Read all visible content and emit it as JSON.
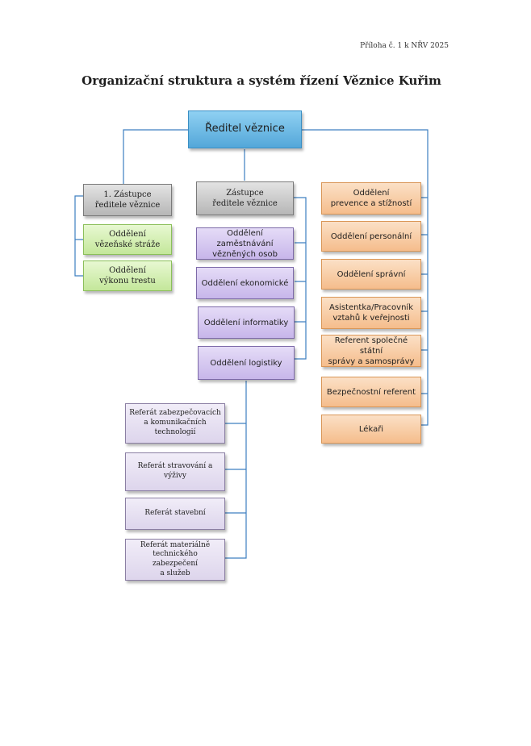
{
  "annex_label": "Příloha č. 1 k NŘV 2025",
  "page_title": "Organizační struktura a systém řízení Věznice Kuřim",
  "director": "Ředitel věznice",
  "deputy_first": "1. Zástupce\nředitele věznice",
  "first_deputy_units": [
    "Oddělení\nvězeňské stráže",
    "Oddělení\nvýkonu trestu"
  ],
  "deputy": "Zástupce\nředitele věznice",
  "deputy_units": [
    "Oddělení zaměstnávání\nvězněných osob",
    "Oddělení ekonomické",
    "Oddělení informatiky",
    "Oddělení logistiky"
  ],
  "logistics_units": [
    "Referát zabezpečovacích\na komunikačních\ntechnologií",
    "Referát stravování a výživy",
    "Referát stavební",
    "Referát materiálně\ntechnického zabezpečení\na služeb"
  ],
  "director_units": [
    "Oddělení\nprevence a stížností",
    "Oddělení personální",
    "Oddělení správní",
    "Asistentka/Pracovník\nvztahů k veřejnosti",
    "Referent společné státní\nsprávy a samosprávy",
    "Bezpečnostní referent",
    "Lékaři"
  ],
  "colors": {
    "connector": "#3d7fc0",
    "director_box": "#6fbbe6",
    "deputy_box": "#c8c8c8",
    "first_deputy_units_box": "#d6efb4",
    "deputy_units_box": "#d4c8f0",
    "director_units_box": "#f8cfa6",
    "logistics_units_box": "#e8e2f3"
  }
}
